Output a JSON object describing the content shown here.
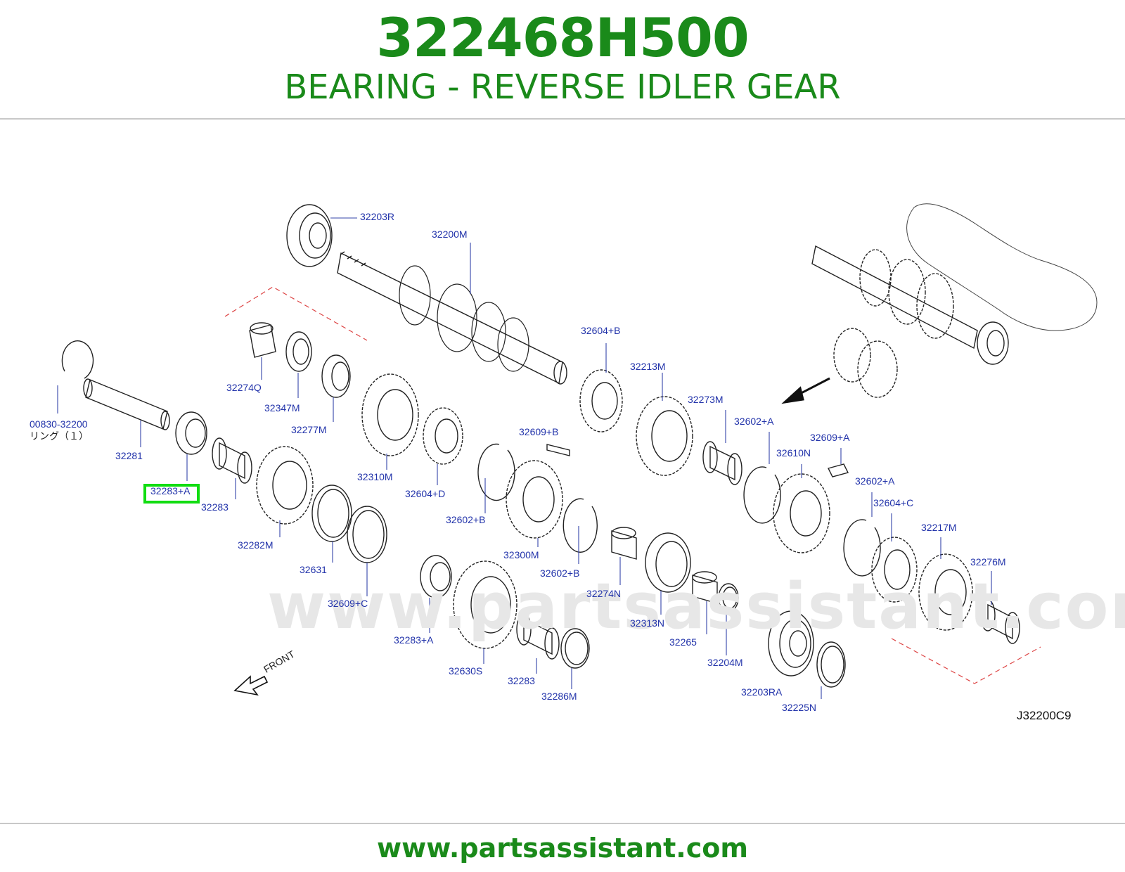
{
  "header": {
    "part_number": "322468H500",
    "part_name": "BEARING - REVERSE IDLER GEAR"
  },
  "watermark": "www.partsassistant.com",
  "footer": {
    "url": "www.partsassistant.com"
  },
  "diagram": {
    "reference_code": "J32200C9",
    "front_label": "FRONT",
    "selected_callout": "32283+A",
    "colors": {
      "brand_green": "#1a8a1a",
      "callout_blue": "#2233aa",
      "highlight_green": "#11dd11",
      "guide_red": "#dd4444"
    },
    "callouts": {
      "c32203R": "32203R",
      "c32200M": "32200M",
      "c32604B": "32604+B",
      "c32213M": "32213M",
      "c32273M": "32273M",
      "c32602A1": "32602+A",
      "c32609A": "32609+A",
      "c32610N": "32610N",
      "c32602A2": "32602+A",
      "c32604C": "32604+C",
      "c32217M": "32217M",
      "c32276M": "32276M",
      "c32274Q": "32274Q",
      "c32347M": "32347M",
      "c32277M": "32277M",
      "c00830": "00830-32200",
      "c00830_sub": "リング（１）",
      "c32281": "32281",
      "c32283A1": "32283+A",
      "c32283_1": "32283",
      "c32282M": "32282M",
      "c32310M": "32310M",
      "c32604D": "32604+D",
      "c32609B": "32609+B",
      "c32602B1": "32602+B",
      "c32300M": "32300M",
      "c32602B2": "32602+B",
      "c32631": "32631",
      "c32609C": "32609+C",
      "c32283A2": "32283+A",
      "c32630S": "32630S",
      "c32283_2": "32283",
      "c32286M": "32286M",
      "c32274N": "32274N",
      "c32313N": "32313N",
      "c32265": "32265",
      "c32204M": "32204M",
      "c32203RA": "32203RA",
      "c32225N": "32225N"
    }
  }
}
